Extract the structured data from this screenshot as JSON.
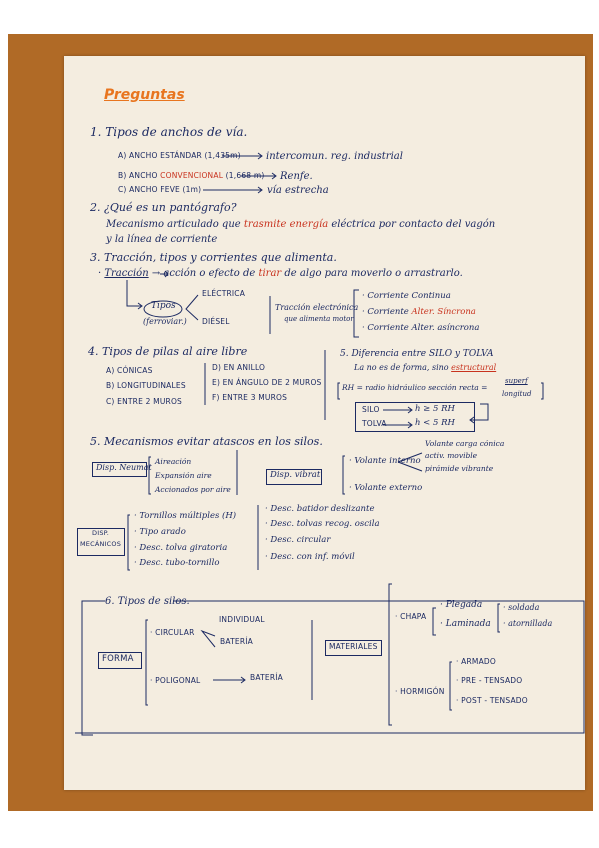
{
  "title": "Preguntas",
  "q1": {
    "heading": "1. Tipos de anchos de vía.",
    "a_label": "A) ANCHO ESTÁNDAR (1,435m)",
    "a_result": "intercomun. reg. industrial",
    "b_label": "B) ANCHO",
    "b_highlight": "CONVENCIONAL",
    "b_measure": "(1,668 m)",
    "b_result": "Renfe.",
    "c_label": "C) ANCHO FEVE (1m)",
    "c_result": "vía estrecha"
  },
  "q2": {
    "heading": "2. ¿Qué es un pantógrafo?",
    "line1_a": "Mecanismo articulado que",
    "line1_highlight": "trasmite energía",
    "line1_b": "eléctrica por contacto del vagón",
    "line2": "y la línea de corriente"
  },
  "q3": {
    "heading": "3. Tracción, tipos y corrientes que alimenta.",
    "def_term": "Tracción",
    "def_a": "acción o efecto de",
    "def_highlight": "tirar",
    "def_b": "de algo para moverlo o arrastrarlo.",
    "tipos": "Tipos",
    "ferroviar": "(ferroviar.)",
    "electrica": "ELÉCTRICA",
    "diesel": "DIÉSEL",
    "traccion_elec_1": "Tracción electrónica",
    "traccion_elec_2": "que alimenta motor",
    "corr1": "Corriente Continua",
    "corr2_a": "Corriente",
    "corr2_highlight": "Alter. Síncrona",
    "corr3": "Corriente Alter. asíncrona"
  },
  "q4": {
    "heading": "4. Tipos de pilas al aire libre",
    "items": [
      "A) CÓNICAS",
      "B) LONGITUDINALES",
      "C) ENTRE 2 MUROS",
      "D) EN ANILLO",
      "E) EN ÁNGULO DE 2 MUROS",
      "F) ENTRE 3 MUROS"
    ]
  },
  "q5a": {
    "heading": "5. Diferencia entre SILO y TOLVA",
    "sub_a": "La no es de forma, sino",
    "sub_highlight": "estructural",
    "formula": "RH = radio hidráulico sección recta =",
    "frac_num": "superf",
    "frac_den": "longitud",
    "silo": "SILO",
    "silo_rel": "h ≥ 5 RH",
    "tolva": "TOLVA",
    "tolva_rel": "h < 5 RH"
  },
  "q5b": {
    "heading": "5. Mecanismos evitar atascos en los silos.",
    "disp_neumat": "Disp. Neumat",
    "neumat_items": [
      "Aireación",
      "Expansión aire",
      "Accionados por aire"
    ],
    "disp_vibrat": "Disp. vibrat",
    "volante_interno": "Volante interno",
    "vibr_items": [
      "Volante carga cónica",
      "activ. movible",
      "pirámide vibrante"
    ],
    "volante_externo": "Volante externo",
    "disp_mecanicos_1": "DISP.",
    "disp_mecanicos_2": "MECÁNICOS",
    "mec_items": [
      "Tornillos múltiples (H)",
      "Tipo arado",
      "Desc. tolva giratoria",
      "Desc. tubo-tornillo"
    ],
    "desc_items": [
      "Desc. batidor deslizante",
      "Desc. tolvas recog. oscila",
      "Desc. circular",
      "Desc. con inf. móvil"
    ]
  },
  "q6": {
    "heading": "6. Tipos de silos.",
    "forma": "FORMA",
    "circular": "CIRCULAR",
    "individual": "INDIVIDUAL",
    "bateria": "BATERÍA",
    "poligonal": "POLIGONAL",
    "bateria2": "BATERÍA",
    "materiales": "MATERIALES",
    "chapa": "CHAPA",
    "plegada": "Plegada",
    "laminada": "Laminada",
    "soldada": "soldada",
    "atornillada": "atornillada",
    "hormigon": "HORMIGÓN",
    "hormigon_items": [
      "ARMADO",
      "PRE - TENSADO",
      "POST - TENSADO"
    ]
  }
}
